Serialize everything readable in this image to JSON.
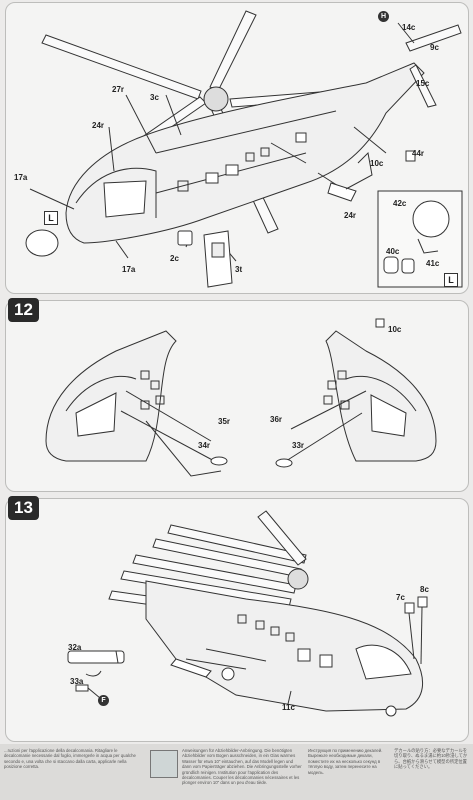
{
  "steps": {
    "step12": "12",
    "step13": "13"
  },
  "panel1": {
    "labels": {
      "p27": "27r",
      "p3c": "3c",
      "p24a": "24r",
      "p17a": "17a",
      "pL": "L",
      "p17b": "17a",
      "p2": "2c",
      "p3t": "3t",
      "pH": "H",
      "p14": "14c",
      "p9": "9c",
      "p15": "15c",
      "p44": "44r",
      "p10": "10c",
      "p24b": "24r",
      "p42": "42c",
      "p40": "40c",
      "p41": "41c",
      "pLb": "L"
    }
  },
  "panel2": {
    "labels": {
      "p10": "10c",
      "p35": "35r",
      "p34": "34r",
      "p36": "36r",
      "p33": "33r"
    }
  },
  "panel3": {
    "labels": {
      "p32": "32a",
      "p33": "33a",
      "pF": "F",
      "p7": "7c",
      "p8": "8c",
      "p11": "11c"
    }
  },
  "footer": {
    "col1": "...ruzioni per l'applicazione della decalcomania. Ritagliare le decalcomanie necessarie dal foglio, immergerle in acqua per qualche secondo e, una volta che si staccano dalla carta, applicarle nella posizione corretta.",
    "col2": "Anweisungen für Abziehbilder-Anbringung. Die benötigten Abziehbilder vom Bogen ausschneiden, in ein Glas warmes Wasser für etwa 10\" eintauchen, auf das Modell legen und dann vom Papierträger abziehen. Die Anbringungsstelle vorher gründlich reinigen. Institution pour l'application des decalcomanies. Couper les décalcomanies nécessaires et les plonger environ 10\" dans un peu d'eau tiède.",
    "col3": "Инструкция по применению декалей. Вырежьте необходимые декали, поместите их на несколько секунд в тёплую воду, затем перенесите на модель.",
    "col4": "デカールの貼り方：必要なデカールを切り取り、ぬるま湯に約10秒浸してから、台紙から滑らせて模型の所定位置に貼ってください。"
  }
}
